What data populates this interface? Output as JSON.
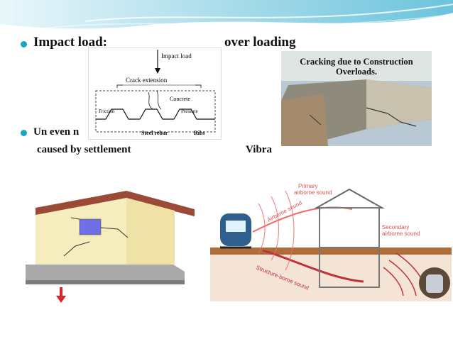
{
  "slide": {
    "bullets": [
      {
        "text": "Impact load:"
      },
      {
        "text": "Un even n"
      }
    ],
    "over_loading": "over loading",
    "caused_by_settlement": "caused by settlement",
    "vibration_partial": "Vibra"
  },
  "crack_diagram": {
    "impact_label": "Impact load",
    "crack_extension": "Crack extension",
    "concrete": "Concrete",
    "friction": "Friction",
    "pressure": "Pressure",
    "steel_rebar": "Steel rebar",
    "ribs": "Ribs"
  },
  "photo": {
    "caption": "Cracking due to Construction Overloads."
  },
  "vibration_diagram": {
    "primary_label_1": "Primary",
    "primary_label_2": "airborne sound",
    "airborne": "Airborne sound",
    "secondary_1": "Secondary",
    "secondary_2": "airborne sound",
    "structure_borne": "Structure-borne sound"
  },
  "colors": {
    "accent": "#19a5c4",
    "header_light": "#bfe6f0",
    "house_wall": "#f6edbf",
    "roof": "#9a4a36",
    "arrow_red": "#d8262b",
    "window": "#6f6fe6"
  }
}
